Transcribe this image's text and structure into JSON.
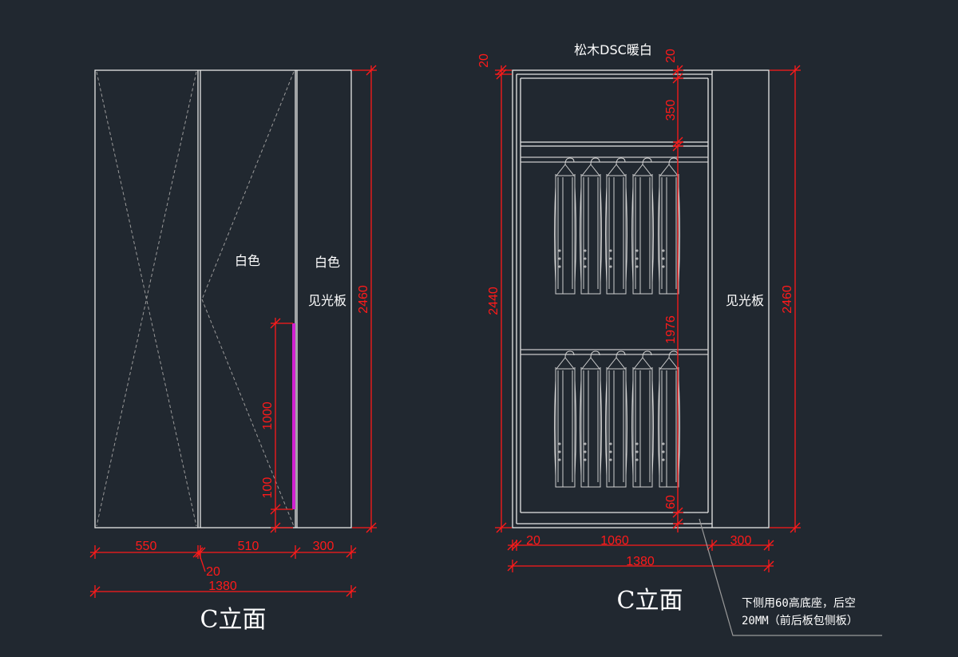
{
  "colors": {
    "background": "#212830",
    "line": "#e6e6e6",
    "dimension": "#ff1a1a",
    "handle": "#d020d0",
    "leader": "#9a9a9a"
  },
  "left_elevation": {
    "title": "C立面",
    "label_white_door": "白色",
    "label_white_panel": "白色",
    "label_panel": "见光板",
    "dim_height": "2460",
    "dim_handle": "1000",
    "dim_handle_offset": "100",
    "dim_w1": "550",
    "dim_w2": "510",
    "dim_w3": "300",
    "dim_gap": "20",
    "dim_total": "1380"
  },
  "right_elevation": {
    "title": "C立面",
    "material": "松木DSC暖白",
    "label_panel": "见光板",
    "dim_top_left": "20",
    "dim_top_right": "20",
    "dim_shelf": "350",
    "dim_inner_height": "2440",
    "dim_hang": "1976",
    "dim_base": "60",
    "dim_total_height": "2460",
    "dim_w_side": "20",
    "dim_w_inner": "1060",
    "dim_w_panel": "300",
    "dim_total": "1380",
    "note_line1": "下侧用60高底座，后空",
    "note_line2": "20MM（前后板包侧板）"
  }
}
